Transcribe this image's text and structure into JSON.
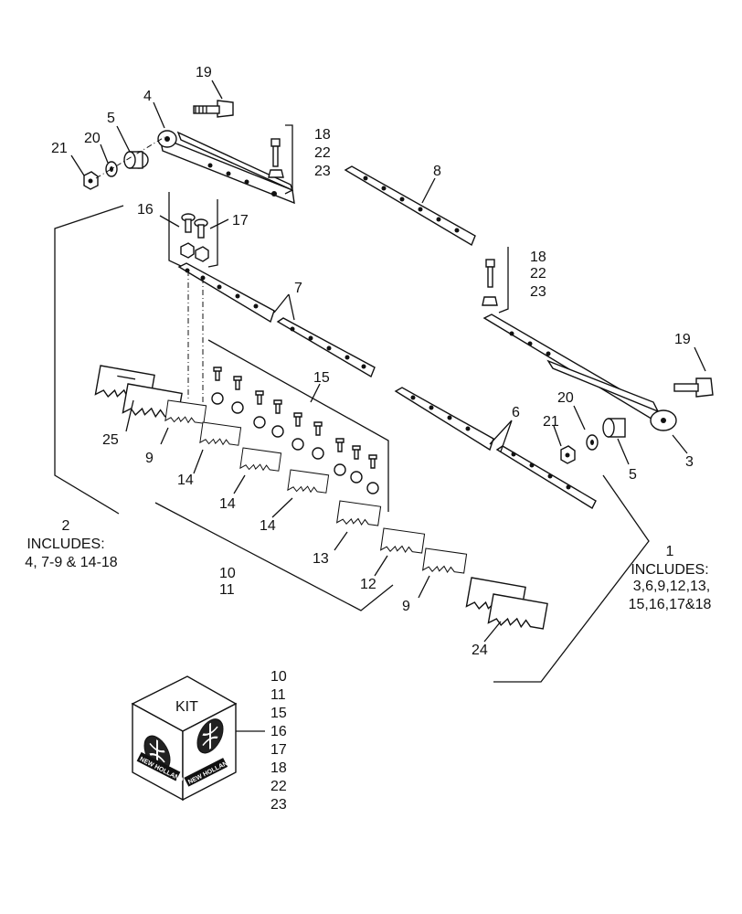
{
  "callouts": {
    "c19a": "19",
    "c4": "4",
    "c5a": "5",
    "c21a": "21",
    "c20a": "20",
    "c18a": "18",
    "c22a": "22",
    "c23a": "23",
    "c8": "8",
    "c16": "16",
    "c17": "17",
    "c7": "7",
    "c18b": "18",
    "c22b": "22",
    "c23b": "23",
    "c19b": "19",
    "c15": "15",
    "c25": "25",
    "c9a": "9",
    "c14a": "14",
    "c14b": "14",
    "c14c": "14",
    "c6": "6",
    "c20b": "20",
    "c21b": "21",
    "c5b": "5",
    "c3": "3",
    "c13": "13",
    "c12": "12",
    "c9b": "9",
    "c24": "24",
    "c10": "10",
    "c11": "11"
  },
  "group2": {
    "number": "2",
    "includes": "INCLUDES:",
    "list": "4, 7-9 & 14-18"
  },
  "group1": {
    "number": "1",
    "includes": "INCLUDES:",
    "line1": "3,6,9,12,13,",
    "line2": "15,16,17&18"
  },
  "kit": {
    "label": "KIT",
    "brand": "NEW HOLLAND",
    "items": [
      "10",
      "11",
      "15",
      "16",
      "17",
      "18",
      "22",
      "23"
    ]
  }
}
